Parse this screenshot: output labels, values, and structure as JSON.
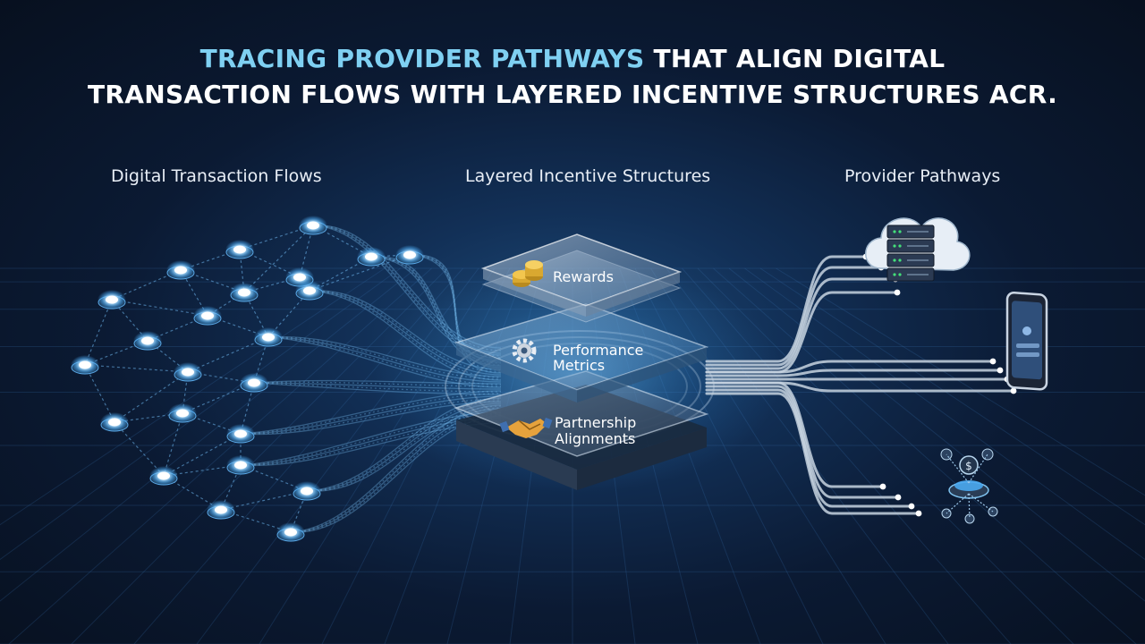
{
  "title": {
    "highlight": "TRACING PROVIDER PATHWAYS",
    "line1_rest": " THAT ALIGN DIGITAL",
    "line2": "TRANSACTION FLOWS WITH LAYERED INCENTIVE STRUCTURES ACR."
  },
  "sections": {
    "left": "Digital Transaction Flows",
    "center": "Layered Incentive Structures",
    "right": "Provider Pathways"
  },
  "layers": {
    "top": {
      "label": "Rewards",
      "icon": "coins-icon"
    },
    "middle": {
      "line1": "Performance",
      "line2": "Metrics",
      "icon": "gear-icon"
    },
    "bottom": {
      "line1": "Partnership",
      "line2": "Alignments",
      "icon": "handshake-icon"
    }
  },
  "endpoints": [
    "cloud-server-icon",
    "smartphone-icon",
    "payment-node-icon"
  ],
  "colors": {
    "accent": "#7fd0f2",
    "node_glow": "#5ab8ff",
    "background": "#0b1a33"
  }
}
